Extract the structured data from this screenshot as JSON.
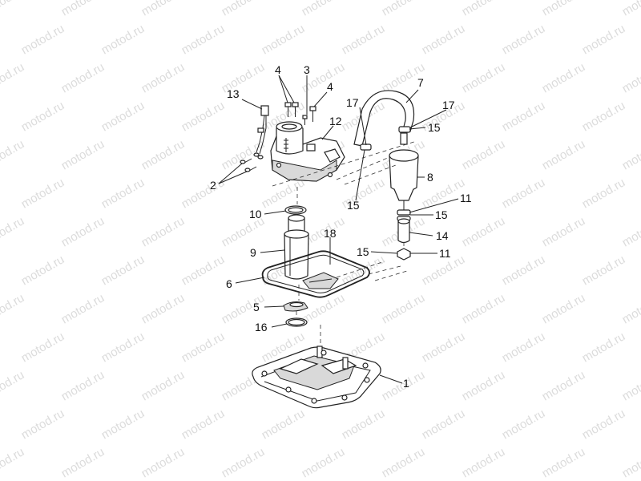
{
  "watermark": "motod.ru",
  "labels": [
    {
      "id": "label-1",
      "text": "1"
    },
    {
      "id": "label-2",
      "text": "2"
    },
    {
      "id": "label-3",
      "text": "3"
    },
    {
      "id": "label-4a",
      "text": "4"
    },
    {
      "id": "label-4b",
      "text": "4"
    },
    {
      "id": "label-5",
      "text": "5"
    },
    {
      "id": "label-6",
      "text": "6"
    },
    {
      "id": "label-7",
      "text": "7"
    },
    {
      "id": "label-8",
      "text": "8"
    },
    {
      "id": "label-9",
      "text": "9"
    },
    {
      "id": "label-10",
      "text": "10"
    },
    {
      "id": "label-11a",
      "text": "11"
    },
    {
      "id": "label-11b",
      "text": "11"
    },
    {
      "id": "label-12",
      "text": "12"
    },
    {
      "id": "label-13",
      "text": "13"
    },
    {
      "id": "label-14",
      "text": "14"
    },
    {
      "id": "label-15a",
      "text": "15"
    },
    {
      "id": "label-15b",
      "text": "15"
    },
    {
      "id": "label-15c",
      "text": "15"
    },
    {
      "id": "label-15d",
      "text": "15"
    },
    {
      "id": "label-16",
      "text": "16"
    },
    {
      "id": "label-17a",
      "text": "17"
    },
    {
      "id": "label-17b",
      "text": "17"
    },
    {
      "id": "label-18",
      "text": "18"
    }
  ]
}
